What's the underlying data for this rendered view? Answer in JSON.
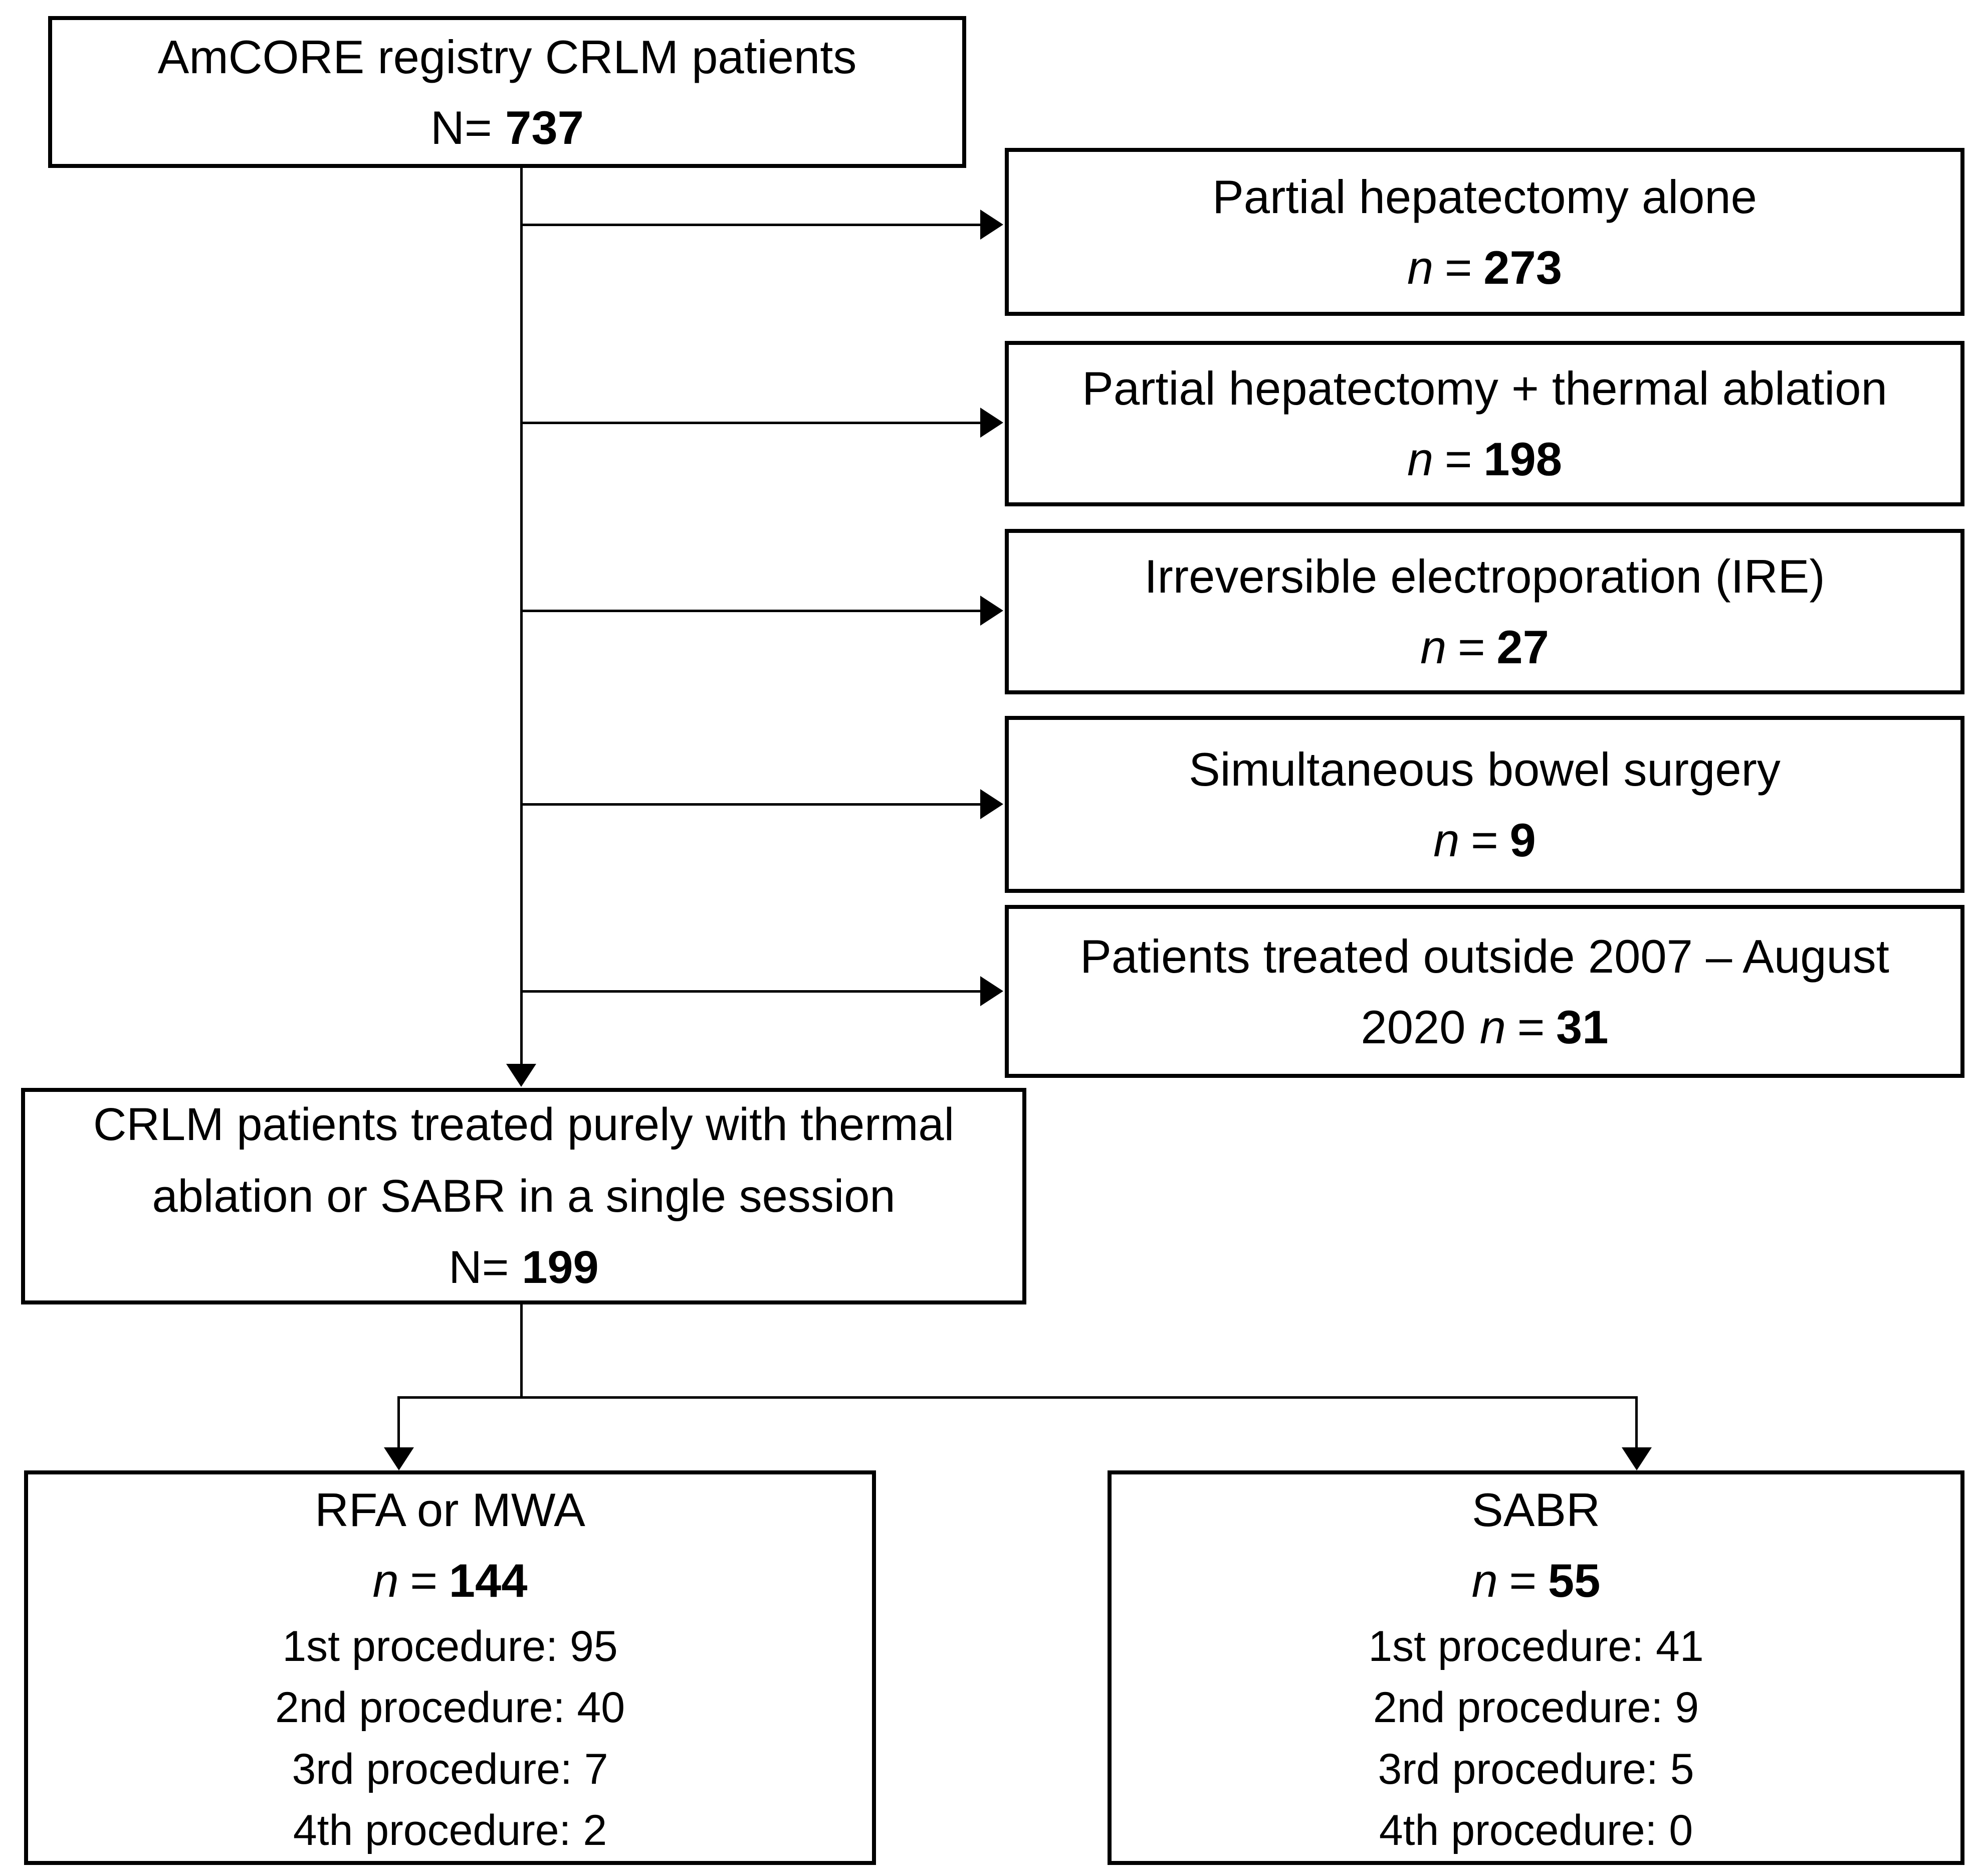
{
  "page": {
    "background": "#ffffff",
    "line_color": "#000000"
  },
  "flowchart": {
    "source_box": {
      "title": "AmCORE registry CRLM patients",
      "n_prefix": "N=",
      "n_value": "737"
    },
    "exclusions": [
      {
        "label": "Partial hepatectomy alone",
        "n_label": "n",
        "eq": "=",
        "value": "273"
      },
      {
        "label": "Partial hepatectomy + thermal ablation",
        "n_label": "n",
        "eq": "=",
        "value": "198"
      },
      {
        "label": "Irreversible electroporation (IRE)",
        "n_label": "n",
        "eq": "=",
        "value": "27"
      },
      {
        "label": "Simultaneous bowel surgery",
        "n_label": "n",
        "eq": "=",
        "value": "9"
      },
      {
        "label": "Patients treated outside 2007 – August",
        "line2_prefix": "2020",
        "n_label": "n",
        "eq": "=",
        "value": "31"
      }
    ],
    "included_box": {
      "line1": "CRLM patients treated purely with thermal",
      "line2": "ablation or SABR in a single session",
      "n_prefix": "N=",
      "n_value": "199"
    },
    "arm_left": {
      "title": "RFA or MWA",
      "n_label": "n",
      "eq": "=",
      "value": "144",
      "procedures": [
        "1st procedure: 95",
        "2nd procedure: 40",
        "3rd procedure: 7",
        "4th procedure: 2"
      ]
    },
    "arm_right": {
      "title": "SABR",
      "n_label": "n",
      "eq": "=",
      "value": "55",
      "procedures": [
        "1st procedure: 41",
        "2nd procedure: 9",
        "3rd procedure: 5",
        "4th procedure: 0"
      ]
    }
  }
}
